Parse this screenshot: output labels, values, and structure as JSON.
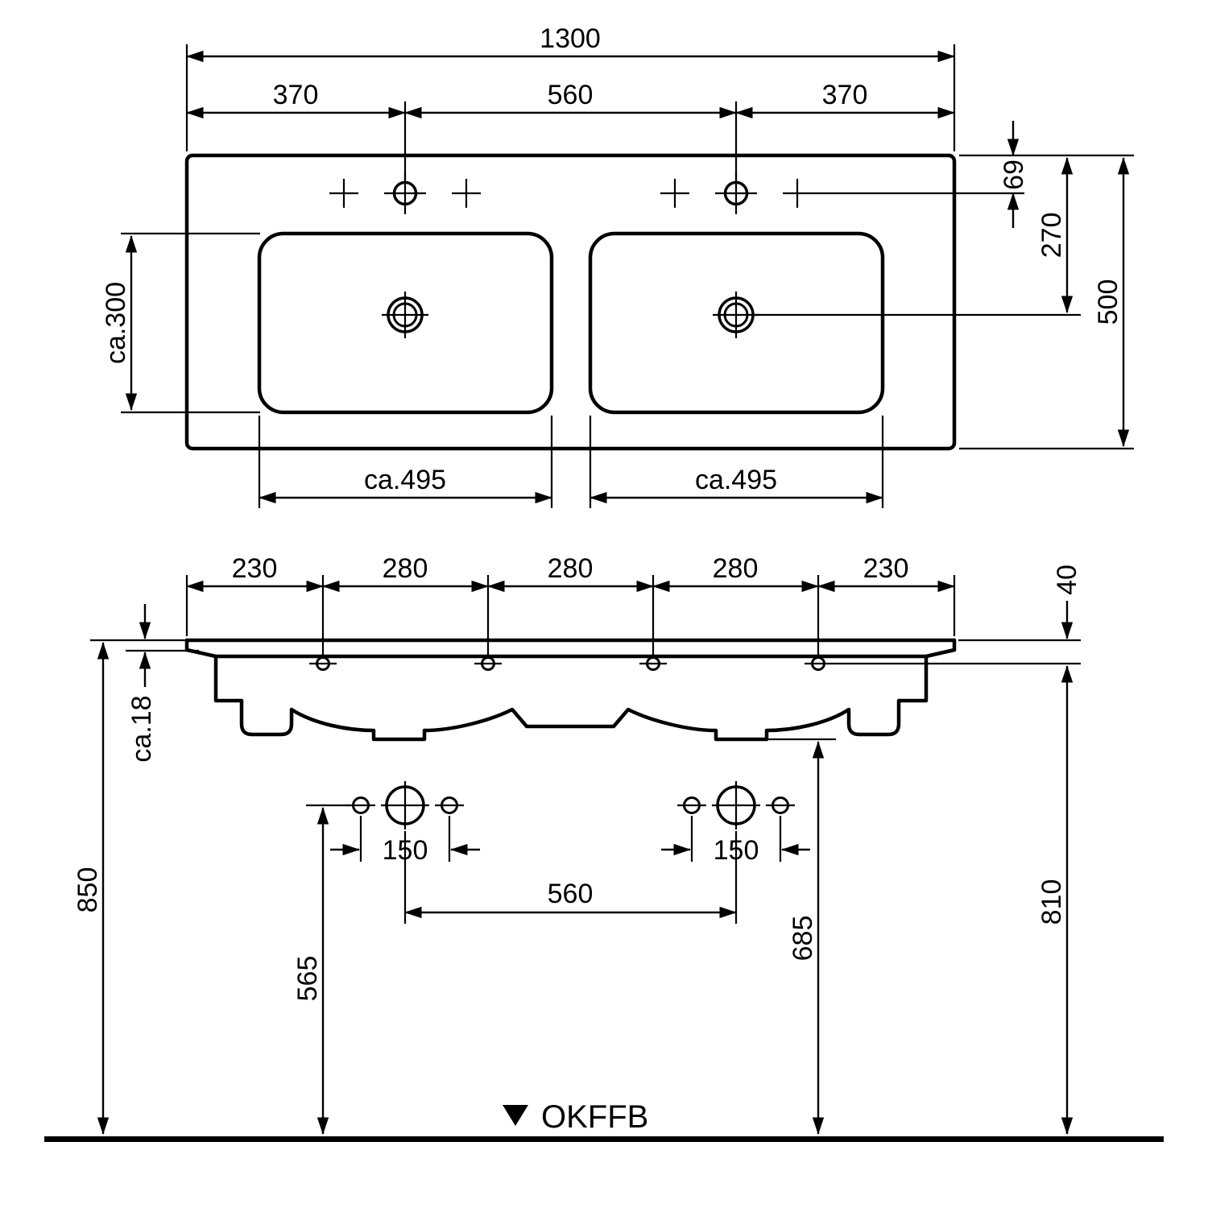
{
  "drawing": {
    "kind": "technical-dimension-drawing",
    "subject": "double-washbasin"
  },
  "top_view": {
    "overall_width": "1300",
    "left_taphole_offset": "370",
    "taphole_center_distance": "560",
    "right_taphole_offset": "370",
    "rim_to_taphole": "69",
    "rim_to_drain": "270",
    "overall_depth": "500",
    "bowl_depth": "ca.300",
    "bowl_width_left": "ca.495",
    "bowl_width_right": "ca.495"
  },
  "front_view": {
    "mounting_hole_offsets": [
      "230",
      "280",
      "280",
      "280",
      "230"
    ],
    "rim_to_mounting_holes": "40",
    "slab_thickness": "ca.18",
    "rim_height": "850",
    "mounting_hole_height": "810",
    "fixing_hole_height": "565",
    "drain_center_distance": "560",
    "underside_height": "685",
    "fixing_hole_spacing_left": "150",
    "fixing_hole_spacing_right": "150",
    "floor_label": "OKFFB"
  }
}
